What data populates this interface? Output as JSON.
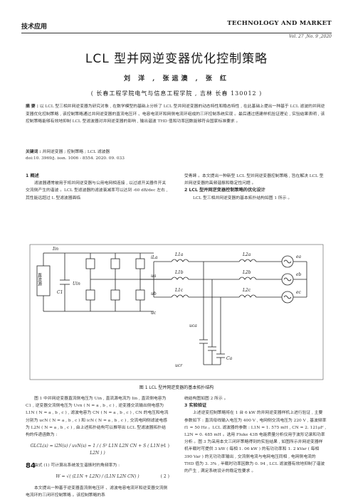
{
  "header": {
    "left": "技术应用",
    "right": "TECHNOLOGY AND MARKET",
    "volume": "Vol. 27 ,No. 9 ,2020"
  },
  "title": "LCL 型并网逆变器优化控制策略",
  "authors": "刘  洋 , 张运澳 , 张  红",
  "affiliation": "( 长春工程学院电气与信息工程学院 , 吉林 长春 130012 )",
  "abstract_label": "摘    要 :",
  "abstract": "以 LCL 型三相并网逆变器为研究对象 , 在数学模型的基础上分析了 LCL 型并网逆变器的动态特性和稳态特性 , 在此基础上提出一种基于 LCL 滤波的并网逆变器优化控制策略 , 该控制策略通过并网逆变器的直流电压环 、电容电流环和网侧电流环组成的三环控制系统实现 。最后通过搭建样机验证理论 , 实验结果表明 , 该控制策略能够有效地抑制 LCL 型滤波器对并网逆变器的影响 , 输出谐波 THD 值和功率因数能够符合国家标准要求 。",
  "keywords_label": "关键词 :",
  "keywords": "并网逆变器 ; 控制策略 ; LCL 滤波器",
  "doi": "doi:10. 3969/j. issn. 1006 - 8554. 2020. 09. 033",
  "sec1_title": "1    概述",
  "sec1_text": "滤波器通常被用于将并网逆变器与公用电网相连接 , 以过滤开关器件开关交流侧产生的谐波 。LCL 型滤波器的滤波衰减率可以达到 -60 dB/dec 左右 , 其性能远超过 L 型滤波器面临",
  "sec1_text_b": "受青睐 。本文提出一种新型 LCL 型并网逆变器控制策略 , 旨在解决 LCL 型并网逆变器的高频谐振和稳定性问题 。",
  "sec2_title": "2    LCL 型并网逆变器控制策略的优化设计",
  "sec2_text": "LCL 型三相并网逆变器的基本拓扑结构如图 1 所示 。",
  "figure": {
    "caption": "图 1    LCL 型并网逆变器的基本拓扑结构",
    "source_label": "直流源",
    "labels": {
      "Iin": "Iin",
      "C1": "C1",
      "Uin": "Uin",
      "iLa": "iLa",
      "ua": "ua",
      "ub": "ub",
      "uc": "uc",
      "L1a": "L1a",
      "L1b": "L1b",
      "L1c": "L1c",
      "L2a": "L2a",
      "L2b": "L2b",
      "L2c": "L2c",
      "ea": "ea",
      "eb": "eb",
      "ec": "ec",
      "uca": "uca",
      "Ca": "Ca",
      "ucr": "ucr"
    }
  },
  "body_c3": "图 1 中并网逆变器直流侧电压为 Uin , 直流源电流为 Iin , 直流侧电容为 C1 , 逆变器交流侧电压为 Uvn ( N = a , b , c ) , 逆变器交流输出侧电感为 L1N ( N = a , b , c ) , 滤波电容为 CN ( N = a , b , c ) , CN 的电压和电流分别为 ucN ( N = a , b , c ) 和 icN ( N = a , b , c ) , 交流电网侧滤波电感为 L2N ( N = a , b , c ) , 由上述拓扑结构可以推导出 LCL 型滤波器拓扑结构的传递函数为 :",
  "eq1": "GLCL(s) = i2N(s) / uvN(s) = 1 / ( S³ L1N L2N CN + S ( L1N + L2N ) )",
  "eq1_num": "( 1 )",
  "body_c3b": "由式 (1) 可计算出系统发生谐振时的角频率为 :",
  "eq2": "W = √( (L1N + L2N) / (L1N L2N CN) )",
  "eq2_num": "( 2 )",
  "body_c3c": "本文提出一种基于逆变器直流侧电压环 、滤波电容电流环和逆变器交流侧电流环的三闭环控制策略 。该控制策略的系",
  "body_c4a": "统结构图如图 2 所示 。",
  "sec3_title": "3    实验验证",
  "body_c4b": "上述逆变控制策略将在 1 台 6 kW 的并网逆变器样机上进行验证 , 主要参数如下 : 直流母线输入电压为 400 V , 电网侧交流电压为 220 V , 基波频率 f1 = 50 Hz 。LCL 滤波器的参数 : L1N = 1. 575 mH , CN = 2. 121μF , L2N = 0. 485 mH 。选用 Fluke 43B 电能质量分析仪用于波形记录和功率分析 。图 3 为采用本文三闭环策略得到的实验结果 , 如图所示并网逆变器样机半载时可提供 3 kW ( 每相 1. 06 kW ) 的有功功率和 1. 2 kVar ( 每相 390 Var ) 的无功功率输出 , 交流侧电流与电网电压同相 , 电网侧电流的 THD 值为 3. 3% , 半载时功率因数为 0. 94 , LCL 滤波器有效地抑制了谐波的产生 , 满足系统设计的稳定性要求 。",
  "page_number": "84"
}
